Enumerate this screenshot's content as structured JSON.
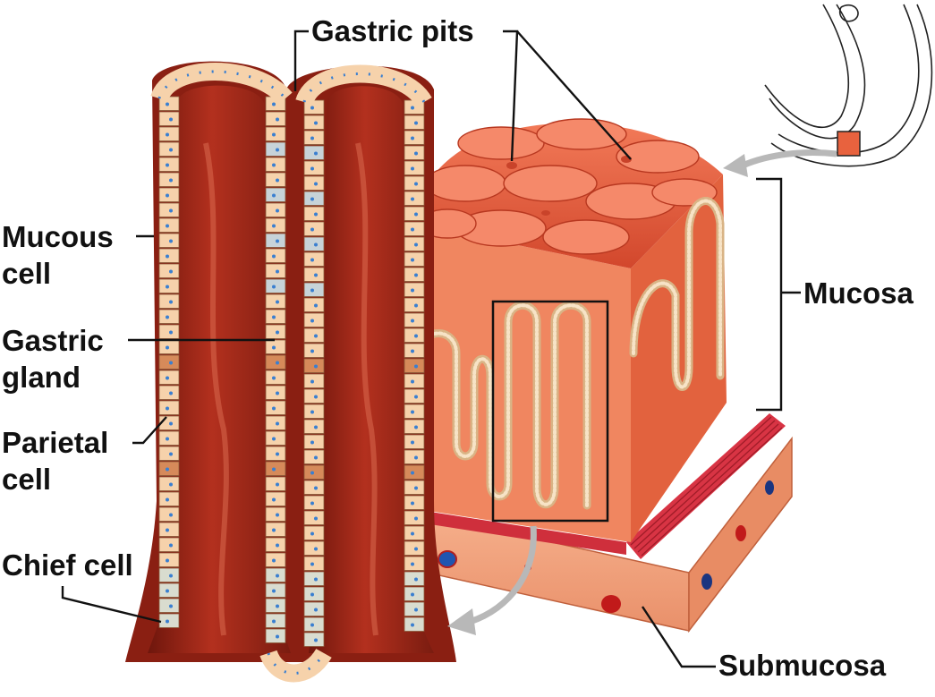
{
  "labels": {
    "gastric_pits": "Gastric pits",
    "mucous_cell": [
      "Mucous",
      "cell"
    ],
    "gastric_gland": [
      "Gastric",
      "gland"
    ],
    "parietal_cell": [
      "Parietal",
      "cell"
    ],
    "chief_cell": "Chief cell",
    "mucosa": "Mucosa",
    "submucosa": "Submucosa"
  },
  "colors": {
    "tissue_dark": "#7a1c10",
    "tissue_mid": "#b3301e",
    "tissue_light": "#e35a3a",
    "surface": "#ea6a48",
    "cell_fill": "#f6d2ab",
    "mucous_cell": "#c7d3d8",
    "parietal_cell": "#d68a5a",
    "nucleus": "#3a7fd0",
    "submucosa": "#f0a27c",
    "muscle": "#d43040",
    "leader_line": "#111111",
    "arrow": "#b8b8b8"
  }
}
